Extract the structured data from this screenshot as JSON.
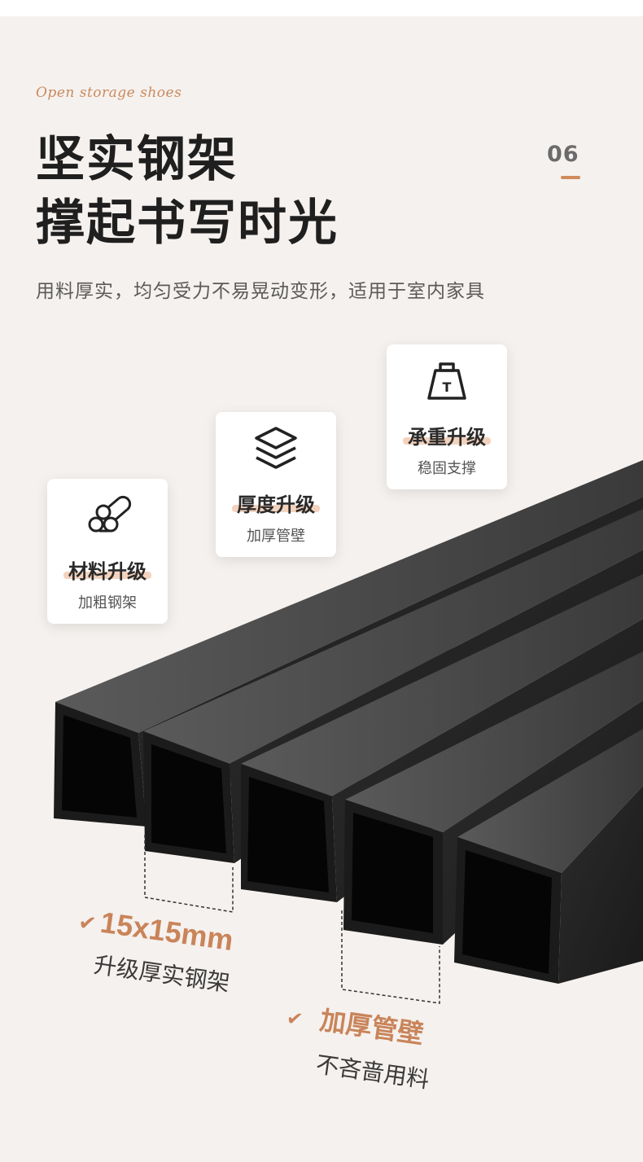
{
  "header": {
    "script_title": "Open storage shoes",
    "headline_line1": "坚实钢架",
    "headline_line2": "撑起书写时光",
    "page_number": "06",
    "subtitle": "用料厚实，均匀受力不易晃动变形，适用于室内家具"
  },
  "features": [
    {
      "title": "材料升级",
      "subtitle": "加粗钢架",
      "icon": "steel-bars-icon"
    },
    {
      "title": "厚度升级",
      "subtitle": "加厚管壁",
      "icon": "layers-icon"
    },
    {
      "title": "承重升级",
      "subtitle": "稳固支撑",
      "icon": "weight-icon"
    }
  ],
  "annotations": {
    "size_label": "15x15mm",
    "size_desc": "升级厚实钢架",
    "wall_label": "加厚管壁",
    "wall_desc": "不吝啬用料"
  },
  "colors": {
    "accent": "#c9845a",
    "background": "#f5f1ee",
    "tube": "#2a2a2a"
  }
}
